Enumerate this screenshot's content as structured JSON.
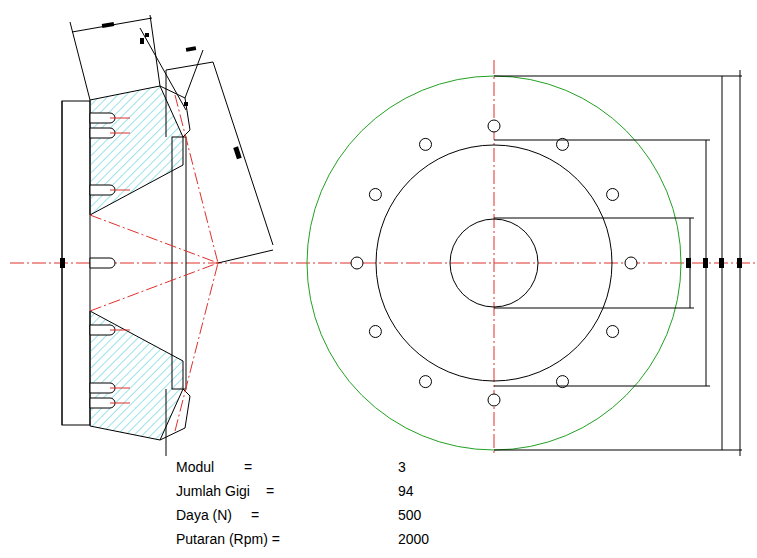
{
  "diagram": {
    "labels": [
      "Modul",
      "=",
      "3",
      "Jumlah Gigi",
      "=",
      "94",
      "Daya (N)",
      "=",
      "500",
      "Putaran (Rpm) =",
      "2000"
    ]
  }
}
